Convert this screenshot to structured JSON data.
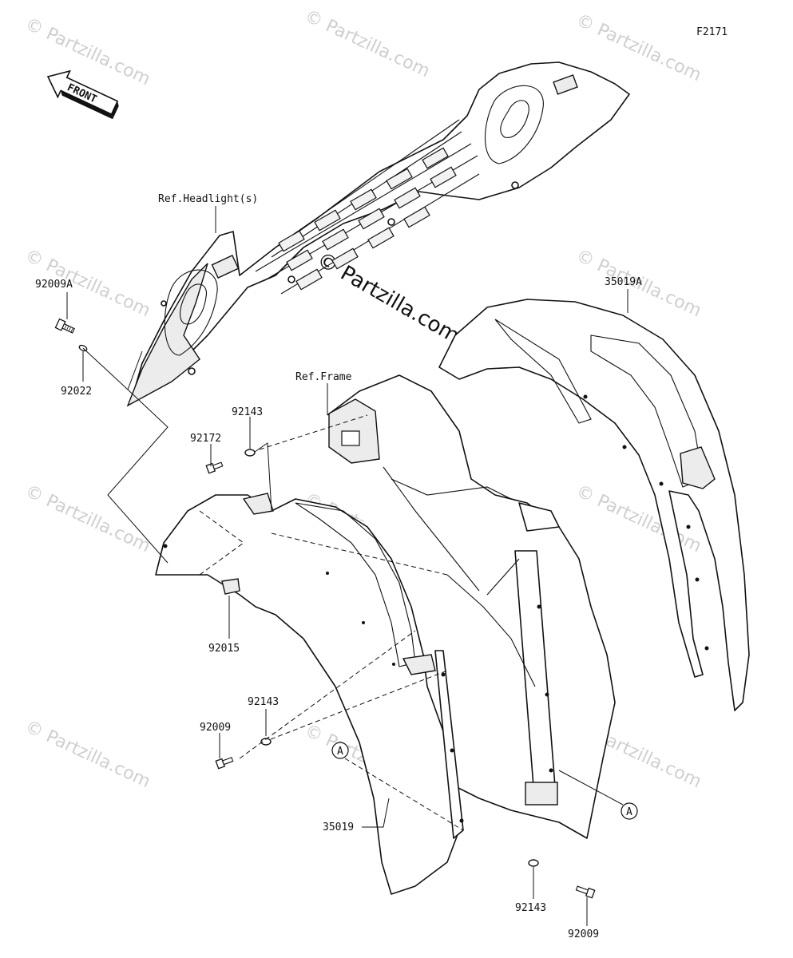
{
  "diagram_code": "F2171",
  "front_label": "FRONT",
  "watermark": "© Partzilla.com",
  "callouts": {
    "ref_headlights": "Ref.Headlight(s)",
    "ref_frame": "Ref.Frame",
    "p92009A": "92009A",
    "p92022": "92022",
    "p92143_top": "92143",
    "p92172": "92172",
    "p35019A": "35019A",
    "p92015": "92015",
    "p92143_mid": "92143",
    "p92009_mid": "92009",
    "p35019": "35019",
    "p92143_bottom": "92143",
    "p92009_bottom": "92009",
    "ref_a_left": "A",
    "ref_a_right": "A"
  }
}
